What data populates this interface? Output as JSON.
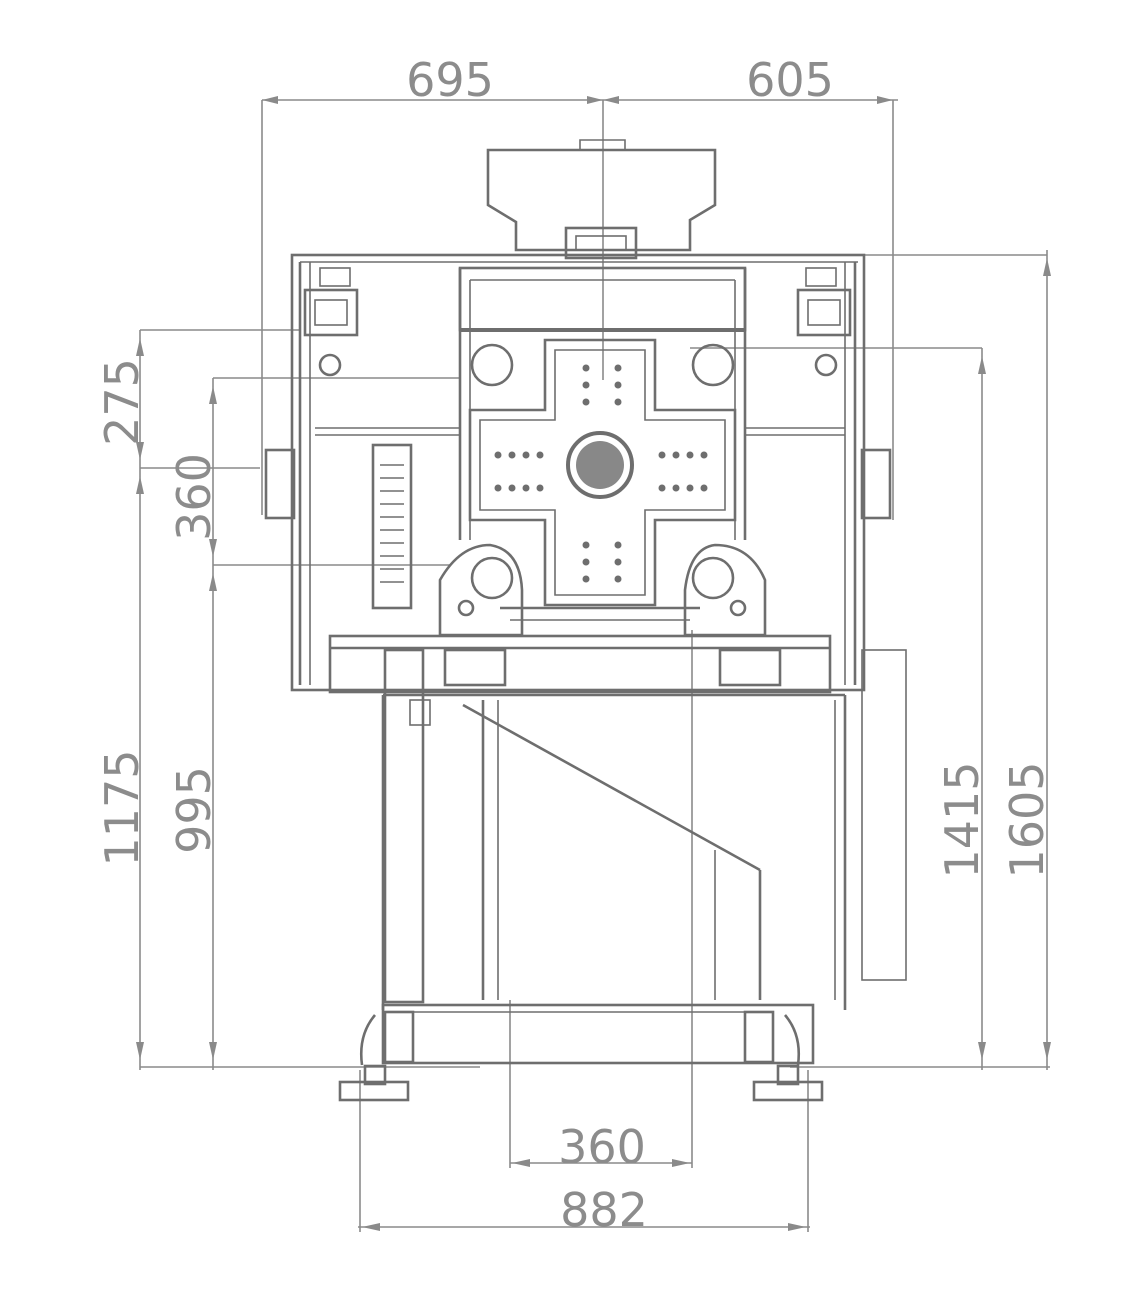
{
  "dimensions": {
    "top_left": "695",
    "top_right": "605",
    "left_275": "275",
    "left_360": "360",
    "left_1175": "1175",
    "left_995": "995",
    "right_1415": "1415",
    "right_1605": "1605",
    "bottom_360": "360",
    "bottom_882": "882"
  },
  "colors": {
    "line": "#6e6e6e",
    "text": "#8c8c8c"
  }
}
